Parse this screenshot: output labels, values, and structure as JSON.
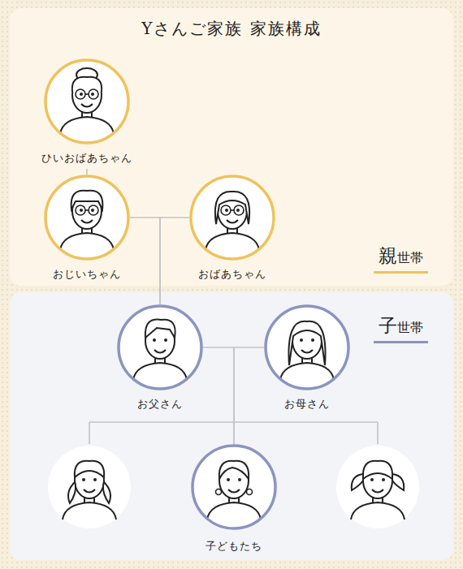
{
  "diagram": {
    "title": "Yさんご家族 家族構成",
    "nodes": [
      {
        "text": [
          "親世帯"
        ]
      },
      {
        "text": [
          "ひいおばあちゃん"
        ],
        "in": 0
      },
      {
        "text": [
          "おじいちゃん"
        ],
        "in": 0
      },
      {
        "text": [
          "おばあちゃん"
        ],
        "in": 0
      },
      {
        "text": [
          "子世帯"
        ]
      },
      {
        "text": [
          "お父さん"
        ],
        "in": 4
      },
      {
        "text": [
          "お母さん"
        ],
        "in": 4
      },
      {
        "text": [
          "子どもたち"
        ],
        "in": 4
      }
    ],
    "edges": [
      {
        "from": 1,
        "to": 2,
        "arrow": "none"
      },
      {
        "from": 2,
        "to": 5,
        "arrow": "none"
      },
      {
        "from": 3,
        "to": 5,
        "arrow": "none"
      },
      {
        "from": 5,
        "to": 7,
        "arrow": "none"
      },
      {
        "from": 6,
        "to": 7,
        "arrow": "none"
      }
    ]
  }
}
